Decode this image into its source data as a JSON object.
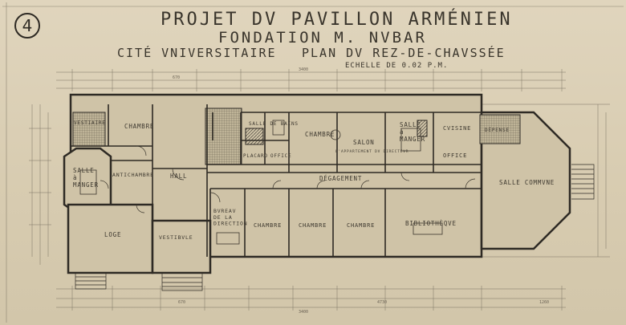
{
  "sheet_number": "4",
  "title": {
    "line1": "PROJET DV PAVILLON ARMÉNIEN",
    "line2": "FONDATION M. NVBAR",
    "left": "CITÉ VNIVERSITAIRE",
    "right": "PLAN DV REZ-DE-CHAVSSÉE",
    "scale": "ECHELLE DE 0.02 P.M."
  },
  "dimensions": {
    "top_total": "3400",
    "bottom_total": "3400",
    "bottom_mid": "4730",
    "bottom_left": "670",
    "top_left": "670",
    "bottom_right": "1260"
  },
  "rooms": {
    "chambre_left": "CHAMBRE",
    "vestiaire": "VESTIAIRE",
    "salle_a_manger_left": "SALLE\nà\nMANGER",
    "antichambre": "ANTICHAMBRE",
    "hall": "HALL",
    "loge": "LOGE",
    "vestibule": "VESTIBVLE",
    "bureau": "BVREAV\nDE LA\nDIRECTION",
    "salle_de_bains": "SALLE DE BAINS",
    "placard": "PLACARD",
    "office_small": "OFFICE",
    "chambre_top": "CHAMBRE",
    "salon": "SALON",
    "salon_sub": "L'APPARTEMENT DV DIRECTEVR",
    "salle_a_manger_right": "SALLE\nà\nMANGER",
    "cuisine": "CVISINE",
    "office": "OFFICE",
    "depense": "DÉPENSE",
    "degagement": "DÉGAGEMENT",
    "chambre_b1": "CHAMBRE",
    "chambre_b2": "CHAMBRE",
    "chambre_b3": "CHAMBRE",
    "bibliotheque": "BIBLIOTHÈQVE",
    "salle_commune": "SALLE COMMVNE"
  }
}
